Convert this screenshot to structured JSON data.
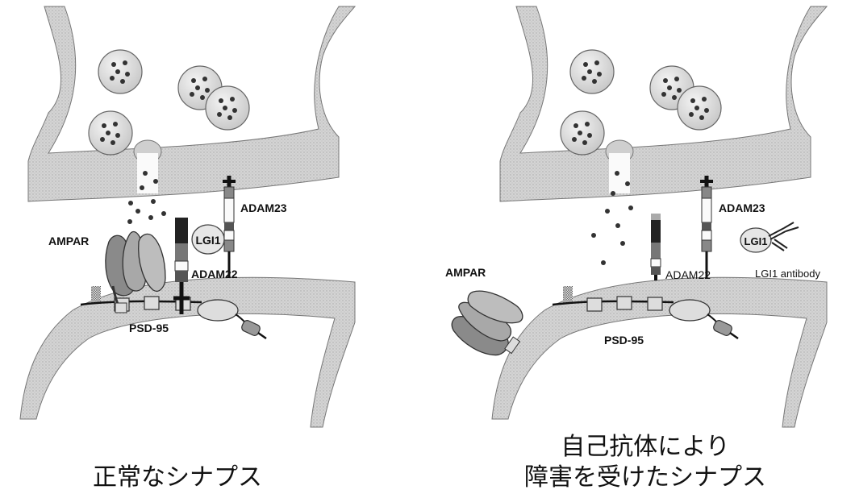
{
  "normal_synapse": {
    "caption": "正常なシナプス",
    "labels": {
      "ampar": "AMPAR",
      "lgi1": "LGI1",
      "adam22": "ADAM22",
      "adam23": "ADAM23",
      "psd95": "PSD-95"
    }
  },
  "antibody_synapse": {
    "caption_line1": "自己抗体により",
    "caption_line2": "障害を受けたシナプス",
    "labels": {
      "ampar": "AMPAR",
      "lgi1": "LGI1",
      "lgi1_antibody": "LGI1 antibody",
      "adam22": "ADAM22",
      "adam23": "ADAM23",
      "psd95": "PSD-95"
    }
  }
}
